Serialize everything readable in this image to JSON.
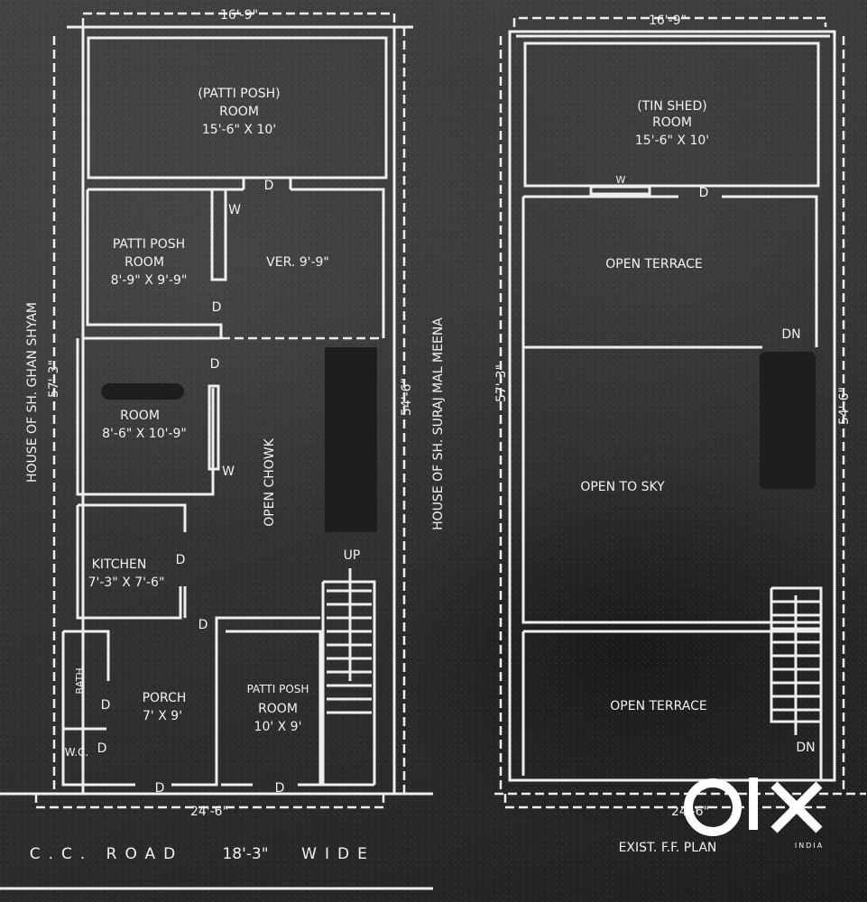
{
  "ground_floor": {
    "top_dim": "16'-9\"",
    "bottom_dim": "24'-6\"",
    "left_dim": "57'-3\"",
    "right_dim": "54'-6\"",
    "left_neighbor": "HOUSE OF SH. GHAN SHYAM",
    "right_neighbor": "HOUSE OF SH. SURAJ MAL MEENA",
    "road": "C.C. ROAD",
    "road_width": "18'-3\"",
    "road_wide": "WIDE",
    "rooms": {
      "top_room_type": "(PATTI POSH)",
      "top_room_name": "ROOM",
      "top_room_size": "15'-6\" X 10'",
      "pp_room_type": "PATTI POSH",
      "pp_room_name": "ROOM",
      "pp_room_size": "8'-9\" X 9'-9\"",
      "verandah": "VER.  9'-9\"",
      "room_name": "ROOM",
      "room_size": "8'-6\" X 10'-9\"",
      "chowk": "OPEN  CHOWK",
      "kitchen_name": "KITCHEN",
      "kitchen_size": "7'-3\" X 7'-6\"",
      "bath": "BATH",
      "wc": "W.C.",
      "porch_name": "PORCH",
      "porch_size": "7' X 9'",
      "front_room_type": "PATTI POSH",
      "front_room_name": "ROOM",
      "front_room_size": "10' X 9'",
      "stair": "UP"
    },
    "door": "D",
    "window": "W"
  },
  "first_floor": {
    "top_dim": "16'-9\"",
    "bottom_dim": "24'-6\"",
    "left_dim": "57'-3\"",
    "right_dim": "54'-6\"",
    "top_room_type": "(TIN SHED)",
    "top_room_name": "ROOM",
    "top_room_size": "15'-6\" X 10'",
    "terrace_1": "OPEN  TERRACE",
    "open_sky": "OPEN TO SKY",
    "terrace_2": "OPEN  TERRACE",
    "stair_dn": "DN",
    "title": "EXIST. F.F. PLAN",
    "door": "D",
    "window": "W"
  },
  "watermark": {
    "brand": "OLX",
    "sub": "INDIA"
  }
}
